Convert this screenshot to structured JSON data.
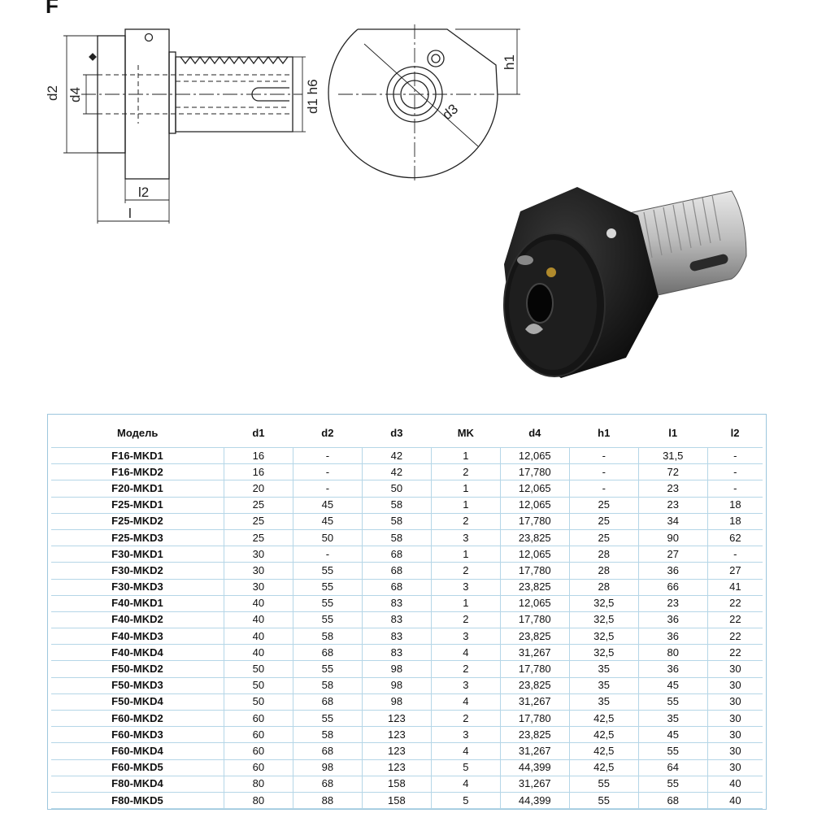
{
  "section_letter": "F",
  "drawing_labels": {
    "d2": "d2",
    "d4": "d4",
    "d1h6": "d1 h6",
    "l2": "l2",
    "l": "l",
    "d3": "d3",
    "h1": "h1"
  },
  "table": {
    "headers": [
      "Модель",
      "d1",
      "d2",
      "d3",
      "MK",
      "d4",
      "h1",
      "l1",
      "l2"
    ],
    "rows": [
      [
        "F16-MKD1",
        "16",
        "-",
        "42",
        "1",
        "12,065",
        "-",
        "31,5",
        "-"
      ],
      [
        "F16-MKD2",
        "16",
        "-",
        "42",
        "2",
        "17,780",
        "-",
        "72",
        "-"
      ],
      [
        "F20-MKD1",
        "20",
        "-",
        "50",
        "1",
        "12,065",
        "-",
        "23",
        "-"
      ],
      [
        "F25-MKD1",
        "25",
        "45",
        "58",
        "1",
        "12,065",
        "25",
        "23",
        "18"
      ],
      [
        "F25-MKD2",
        "25",
        "45",
        "58",
        "2",
        "17,780",
        "25",
        "34",
        "18"
      ],
      [
        "F25-MKD3",
        "25",
        "50",
        "58",
        "3",
        "23,825",
        "25",
        "90",
        "62"
      ],
      [
        "F30-MKD1",
        "30",
        "-",
        "68",
        "1",
        "12,065",
        "28",
        "27",
        "-"
      ],
      [
        "F30-MKD2",
        "30",
        "55",
        "68",
        "2",
        "17,780",
        "28",
        "36",
        "27"
      ],
      [
        "F30-MKD3",
        "30",
        "55",
        "68",
        "3",
        "23,825",
        "28",
        "66",
        "41"
      ],
      [
        "F40-MKD1",
        "40",
        "55",
        "83",
        "1",
        "12,065",
        "32,5",
        "23",
        "22"
      ],
      [
        "F40-MKD2",
        "40",
        "55",
        "83",
        "2",
        "17,780",
        "32,5",
        "36",
        "22"
      ],
      [
        "F40-MKD3",
        "40",
        "58",
        "83",
        "3",
        "23,825",
        "32,5",
        "36",
        "22"
      ],
      [
        "F40-MKD4",
        "40",
        "68",
        "83",
        "4",
        "31,267",
        "32,5",
        "80",
        "22"
      ],
      [
        "F50-MKD2",
        "50",
        "55",
        "98",
        "2",
        "17,780",
        "35",
        "36",
        "30"
      ],
      [
        "F50-MKD3",
        "50",
        "58",
        "98",
        "3",
        "23,825",
        "35",
        "45",
        "30"
      ],
      [
        "F50-MKD4",
        "50",
        "68",
        "98",
        "4",
        "31,267",
        "35",
        "55",
        "30"
      ],
      [
        "F60-MKD2",
        "60",
        "55",
        "123",
        "2",
        "17,780",
        "42,5",
        "35",
        "30"
      ],
      [
        "F60-MKD3",
        "60",
        "58",
        "123",
        "3",
        "23,825",
        "42,5",
        "45",
        "30"
      ],
      [
        "F60-MKD4",
        "60",
        "68",
        "123",
        "4",
        "31,267",
        "42,5",
        "55",
        "30"
      ],
      [
        "F60-MKD5",
        "60",
        "98",
        "123",
        "5",
        "44,399",
        "42,5",
        "64",
        "30"
      ],
      [
        "F80-MKD4",
        "80",
        "68",
        "158",
        "4",
        "31,267",
        "55",
        "55",
        "40"
      ],
      [
        "F80-MKD5",
        "80",
        "88",
        "158",
        "5",
        "44,399",
        "55",
        "68",
        "40"
      ]
    ]
  }
}
